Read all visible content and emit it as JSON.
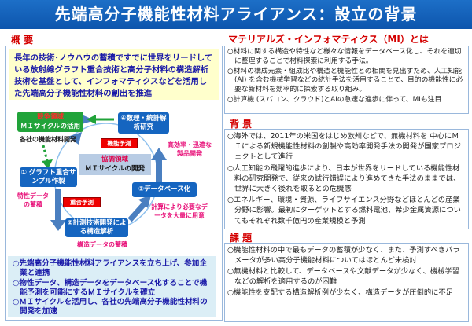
{
  "header": {
    "title": "先端高分子機能性材料アライアンス：設立の背景"
  },
  "left": {
    "heading": "概 要",
    "summary": "長年の技術･ノウハウの蓄積ですでに世界をリードしている放射線グラフト重合技術と高分子材料の構造解析技術を基盤として、インフォマティクスなどを活用した先端高分子機能性材料の創出を推進",
    "diagram": {
      "competitive_title": "競争領域",
      "competitive_sub": "ＭＩサイクルの活用",
      "company_dev": "各社の機能材料開発",
      "step4": "④数理・統計解析研究",
      "function_prediction": "機能予測",
      "fast_dev": "高効率・迅速な製品開発",
      "coop_title": "協調領域",
      "coop_sub": "ＭＩサイクルの開発",
      "step1": "① グラフト重合サンプル作製",
      "prop_data": "特性データの蓄積",
      "poly_prediction": "重合予測",
      "step3": "③データベース化",
      "calc_data": "計算により必要なデータを大量に用意",
      "step2": "②計測技術開発による構造解析",
      "struct_data": "構造データの蓄積"
    },
    "points": [
      "○先端高分子機能性材料アライアンスを立ち上げ、参加企業と連携",
      "○物性データ、構造データをデータベース化することで機能予測を可能にするＭＩサイクルを確立",
      "○ＭＩサイクルを活用し、各社の先端高分子機能性材料の開発を加速"
    ]
  },
  "right": {
    "mi_heading": "マテリアルズ・インフォマティクス（MI）とは",
    "mi_items": [
      "○材料に関する構造や特性など様々な情報をデータベース化し、それを適切に整理することで材料探索に利用する手法。",
      "○材料の構成元素・組成比や構造と機能性との相関を見出すため、人工知能 (AI) を含む機械学習などの統計手法を活用することで、目的の機能性に必要な新材料を効率的に探索する取り組み。",
      "○計算機 (スパコン、クラウド)とAIの急速な進歩に伴って、MIも注目"
    ],
    "bg_heading": "背 景",
    "bg_items": [
      "○海外では、2011年の米国をはじめ欧州などで、無機材料を 中心にＭＩによる新規機能性材料の創製や高効率開発手法の開発が国家プロジェクトとして進行",
      "○人工知能の飛躍的進歩により、日本が世界をリードしている機能性材料の研究開発で、従来の試行錯誤により進めてきた手法のままでは、世界に大きく後れを取るとの危機感",
      "○エネルギー、環境・資源、ライフサイエンス分野などほとんどの産業分野に影響。最初にターゲットとする燃料電池、希少金属資源についてもそれぞれ数千億円の産業規模と予測"
    ],
    "issue_heading": "課 題",
    "issue_items": [
      "○機能性材料の中で最もデータの蓄積が少なく、また、予測すべきパラメータが多い高分子機能材料についてはほとんど未検討",
      "○無機材料と比較して、データベースや文献データが少なく、機械学習などの解析を適用するのが困難",
      "○機能性を支配する構造解析例が少なく、構造データが圧倒的に不足"
    ]
  },
  "colors": {
    "header": "#1565c0",
    "heading": "#d40000",
    "emphasis": "#1a1aa8",
    "node": "#1565c0",
    "competitive": "#21a33a",
    "prediction": "#ee0000",
    "note": "#e8137a"
  }
}
